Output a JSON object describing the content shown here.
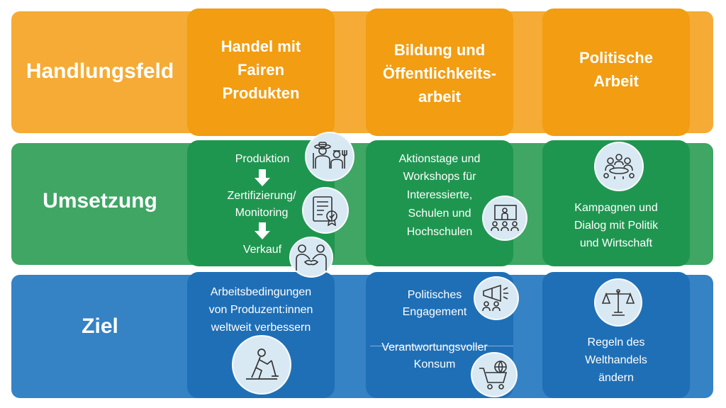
{
  "rows": {
    "handlungsfeld": "Handlungsfeld",
    "umsetzung": "Umsetzung",
    "ziel": "Ziel"
  },
  "columns": {
    "handel": {
      "head": [
        "Handel mit",
        "Fairen",
        "Produkten"
      ],
      "steps": [
        "Produktion",
        "Zertifizierung/",
        "Monitoring",
        "Verkauf"
      ],
      "ziel": [
        "Arbeitsbedingungen",
        "von Produzent:innen",
        "weltweit verbessern"
      ]
    },
    "bildung": {
      "head": [
        "Bildung und",
        "Öffentlichkeits-",
        "arbeit"
      ],
      "umsetzung": [
        "Aktionstage und",
        "Workshops für",
        "Interessierte,",
        "Schulen und",
        "Hochschulen"
      ],
      "ziel1": [
        "Politisches",
        "Engagement"
      ],
      "ziel2": [
        "Verantwortungsvoller",
        "Konsum"
      ]
    },
    "politik": {
      "head": [
        "Politische",
        "Arbeit"
      ],
      "umsetzung": [
        "Kampagnen und",
        "Dialog mit Politik",
        "und Wirtschaft"
      ],
      "ziel": [
        "Regeln des",
        "Welthandels",
        "ändern"
      ]
    }
  },
  "colors": {
    "orange_band": "#f5ab35",
    "orange_card": "#f29d12",
    "green_band": "#3fa664",
    "green_card": "#1f9650",
    "blue_band": "#3582c4",
    "blue_card": "#1f6fb6"
  },
  "icons": {
    "farmers": "farmers-icon",
    "certificate": "certificate-icon",
    "handshake": "handshake-icon",
    "presentation": "presentation-icon",
    "meeting": "meeting-icon",
    "worker": "worker-icon",
    "megaphone": "megaphone-icon",
    "cart": "shopping-cart-globe-icon",
    "scales": "scales-icon"
  }
}
